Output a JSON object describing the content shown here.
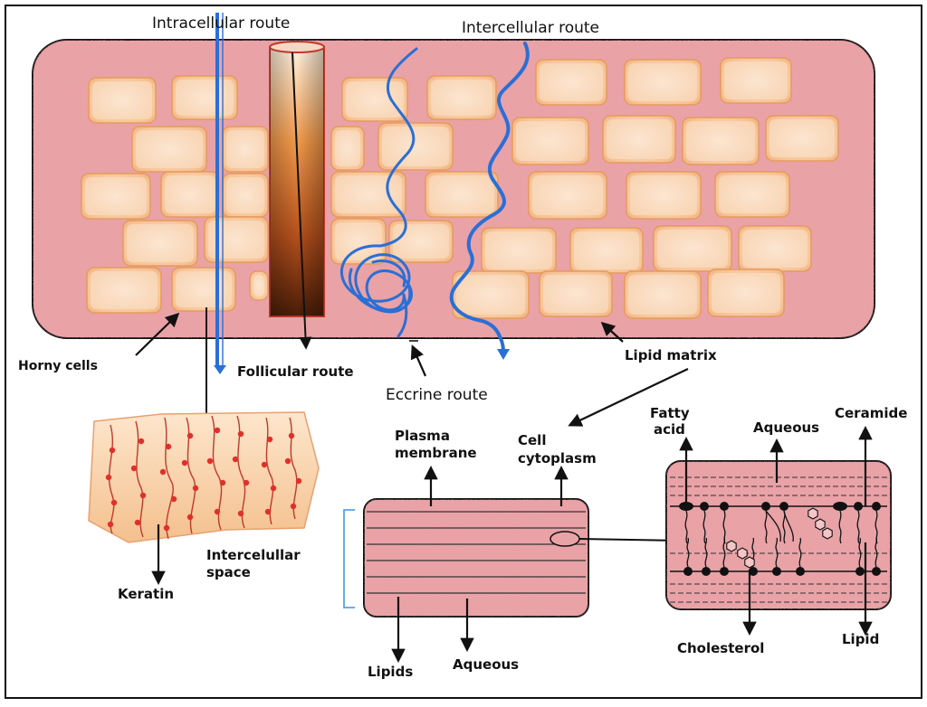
{
  "labels": {
    "intracellular_route": "Intracellular route",
    "intercellular_route": "Intercellular route",
    "horny_cells": "Horny cells",
    "follicular_route": "Follicular route",
    "eccrine_route": "Eccrine route",
    "lipid_matrix": "Lipid matrix",
    "keratin": "Keratin",
    "plasma_membrane_line1": "Plasma",
    "plasma_membrane_line2": "membrane",
    "cell_cytoplasm_line1": "Cell",
    "cell_cytoplasm_line2": "cytoplasm",
    "intercellular_space_line1": "Intercelullar",
    "intercellular_space_line2": "space",
    "lipids": "Lipids",
    "aqueous_bottom": "Aqueous",
    "fatty_acid_line1": "Fatty",
    "fatty_acid_line2": "acid",
    "aqueous_top": "Aqueous",
    "ceramide": "Ceramide",
    "cholesterol": "Cholesterol",
    "lipid": "Lipid"
  },
  "colors": {
    "tissue_pink": "#e8a3a6",
    "cell_peach": "#f7c89a",
    "route_blue": "#2a6fd6",
    "follicle_orange": "#e0702a"
  }
}
